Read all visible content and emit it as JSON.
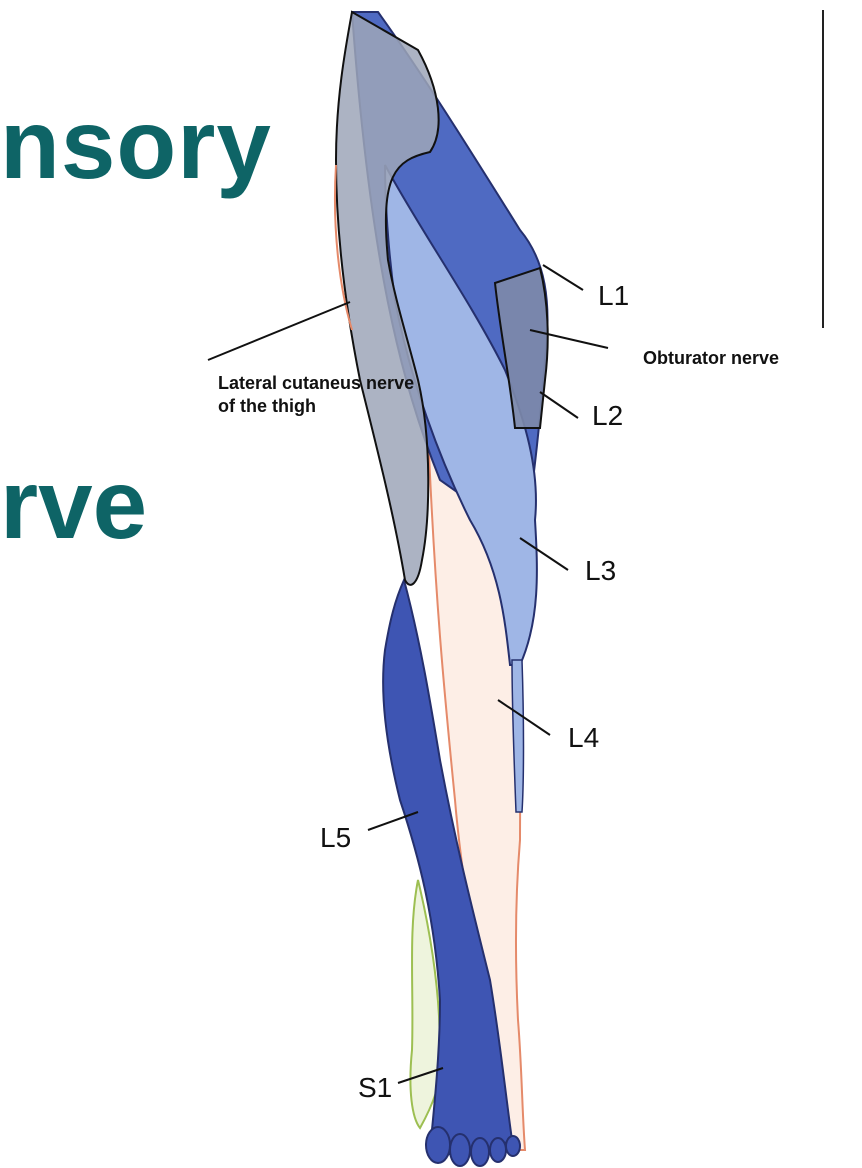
{
  "slide": {
    "title_line_1": "nsory",
    "title_line_2": "rve"
  },
  "labels": {
    "lateral_cutaneus_1": "Lateral cutaneus nerve",
    "lateral_cutaneus_2": "of the thigh",
    "obturator": "Obturator nerve",
    "l1": "L1",
    "l2": "L2",
    "l3": "L3",
    "l4": "L4",
    "l5": "L5",
    "s1": "S1"
  },
  "colors": {
    "title": "#0e6466",
    "deep_blue": "#3e55b3",
    "mid_blue": "#4f6ac2",
    "light_blue": "#9fb6e6",
    "grey_overlay": "#9ea6b8",
    "skin": "#fdeee6",
    "outline_orange": "#e58a6a",
    "outline_green": "#9dbf52"
  }
}
